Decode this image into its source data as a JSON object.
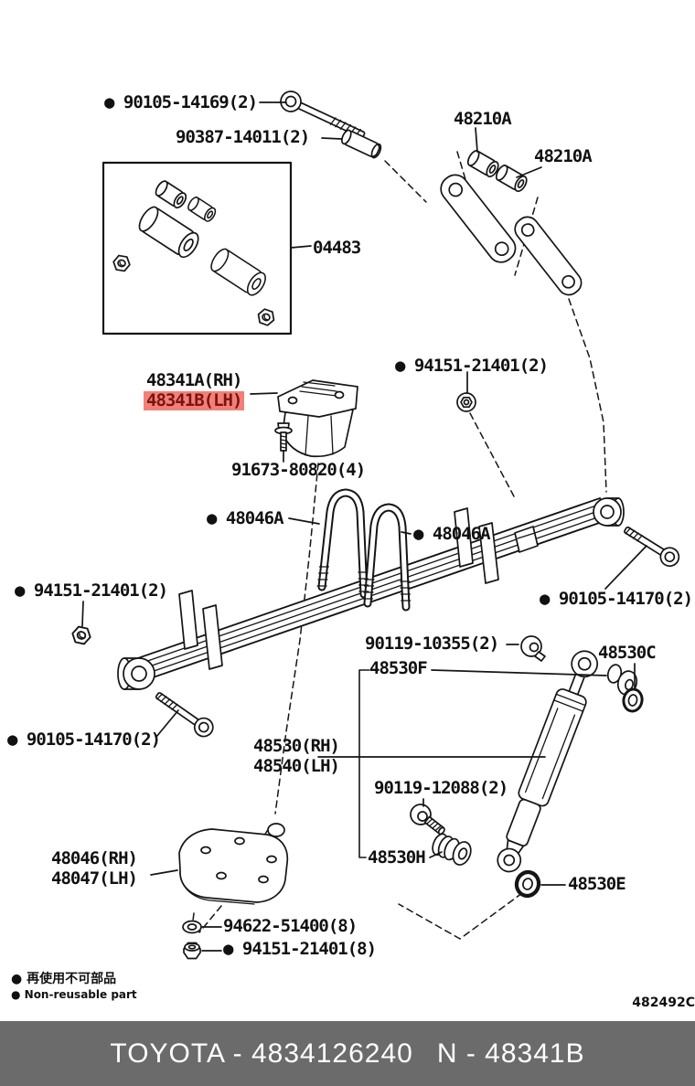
{
  "part_labels": {
    "l90105_14169": "● 90105-14169(2)",
    "l90387_14011": "90387-14011(2)",
    "l04483": "04483",
    "l48210a_top": "48210A",
    "l48210a_right": "48210A",
    "l94151_21401_upper": "● 94151-21401(2)",
    "l48341a_rh": "48341A(RH)",
    "l48341b_lh": "48341B(LH)",
    "l91673_80820": "91673-80820(4)",
    "l48046a_left": "● 48046A",
    "l48046a_right": "● 48046A",
    "l94151_21401_left": "● 94151-21401(2)",
    "l90105_14170_left": "● 90105-14170(2)",
    "l90105_14170_right": "● 90105-14170(2)",
    "l90119_10355": "90119-10355(2)",
    "l48530f": "48530F",
    "l48530c": "48530C",
    "l48530_rh": "48530(RH)",
    "l48540_lh": "48540(LH)",
    "l90119_12088": "90119-12088(2)",
    "l48530h": "48530H",
    "l48530e": "48530E",
    "l48046_rh": "48046(RH)",
    "l48047_lh": "48047(LH)",
    "l94622_51400": "94622-51400(8)",
    "l94151_21401_bottom": "● 94151-21401(8)"
  },
  "highlight": {
    "part": "48341B(LH)",
    "bg": "#f28078",
    "fg": "#7a1410"
  },
  "legend": {
    "jp": "● 再使用不可部品",
    "en": "● Non-reusable part"
  },
  "diagram_code": "482492C",
  "footer": {
    "left": "TOYOTA - 4834126240",
    "right": "N - 48341B",
    "bg": "#6b6b6b",
    "fg": "#ffffff"
  },
  "colors": {
    "line": "#151515",
    "background": "#ffffff"
  }
}
